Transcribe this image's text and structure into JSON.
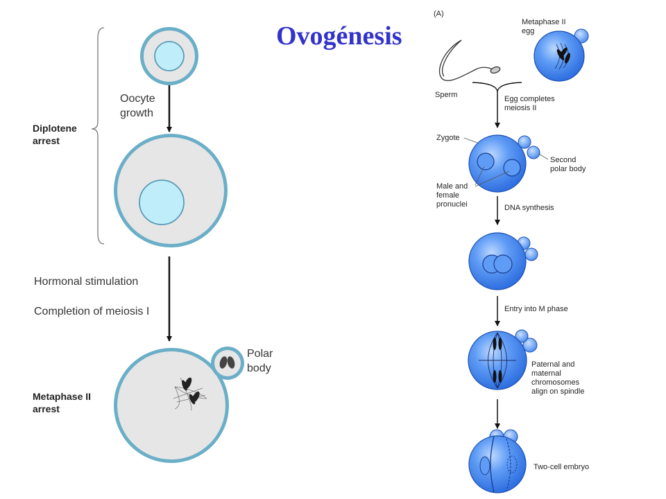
{
  "title": "Ovogénesis",
  "left_panel": {
    "stage_labels": {
      "diplotene": [
        "Diplotene",
        "arrest"
      ],
      "metaphase": [
        "Metaphase II",
        "arrest"
      ]
    },
    "steps": {
      "oocyte_growth": [
        "Oocyte",
        "growth"
      ],
      "hormonal": "Hormonal stimulation",
      "meiosis_i": "Completion of meiosis I"
    },
    "polar_body": [
      "Polar",
      "body"
    ]
  },
  "right_panel": {
    "panel_letter": "(A)",
    "labels": {
      "metaphase_egg": [
        "Metaphase II",
        "egg"
      ],
      "sperm": "Sperm",
      "egg_completes": [
        "Egg completes",
        "meiosis II"
      ],
      "zygote": "Zygote",
      "second_polar": [
        "Second",
        "polar body"
      ],
      "pronuclei": [
        "Male and",
        "female",
        "pronuclei"
      ],
      "dna_synthesis": "DNA synthesis",
      "m_phase": "Entry into M phase",
      "align": [
        "Paternal and",
        "maternal",
        "chromosomes",
        "align on spindle"
      ],
      "two_cell": "Two-cell embryo"
    }
  },
  "colors": {
    "title": "#3333cc",
    "membrane": "#6aaec8",
    "cytoplasm": "#e6e6e6",
    "nucleus": "#bfeefa",
    "cell_blue": "#3f86f0"
  }
}
